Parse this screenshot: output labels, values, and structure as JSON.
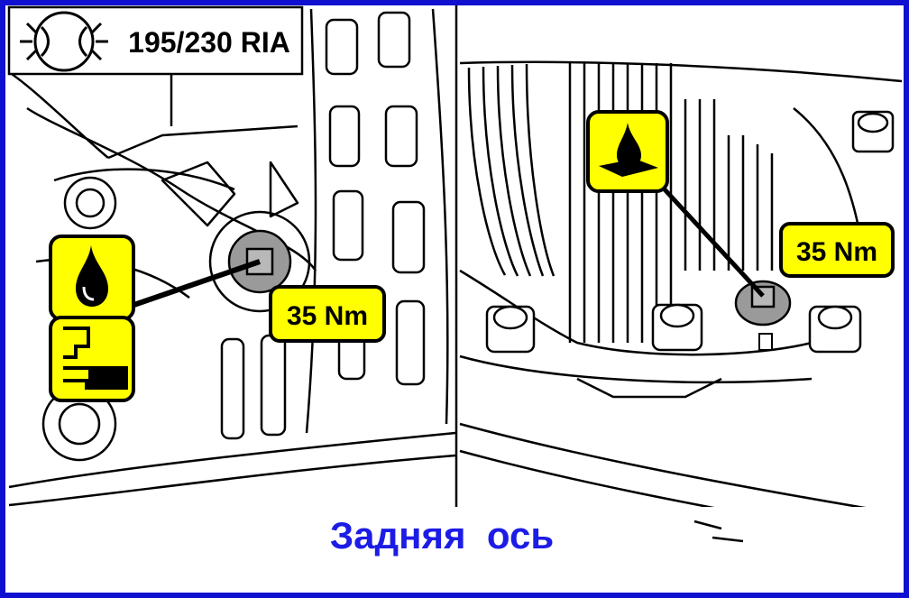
{
  "header_label": {
    "model": "195/230 RIA"
  },
  "torque": {
    "left": "35 Nm",
    "right": "35 Nm"
  },
  "caption": "Задняя  ось",
  "icons": {
    "axle_symbol": "axle-cross-section-icon",
    "oil_drop_left": "oil-drop-icon",
    "oil_level_left": "oil-fill-level-icon",
    "oil_drain_right": "oil-drain-icon"
  },
  "colors": {
    "frame": "#1010d0",
    "caption": "#1c1ce6",
    "label_fill": "#ffff00",
    "outline": "#000000",
    "plug_fill": "#9a9a9a"
  }
}
